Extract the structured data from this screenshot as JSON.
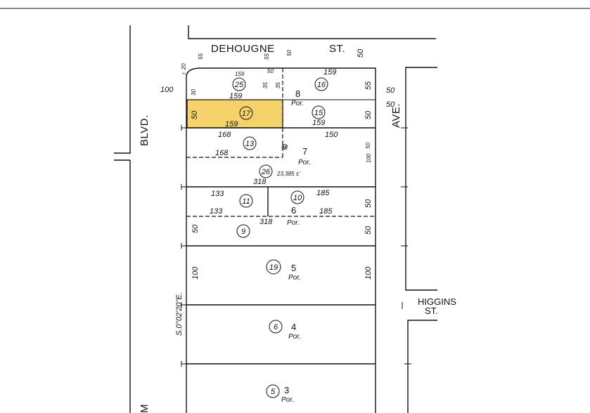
{
  "streets": {
    "top_name": "DEHOUGNE",
    "top_suffix": "ST.",
    "left": "BLVD.",
    "right": "AVE.",
    "higgins_name": "HIGGINS",
    "higgins_suffix": "ST.",
    "left_bottom": "M"
  },
  "bearing": "S.0°02'20\"E.",
  "lots": [
    {
      "id": "8",
      "por": "Por."
    },
    {
      "id": "7",
      "por": "Por."
    },
    {
      "id": "6",
      "por": "Por."
    },
    {
      "id": "5",
      "por": "Por."
    },
    {
      "id": "4",
      "por": "Por."
    },
    {
      "id": "3",
      "por": "Por."
    }
  ],
  "parcels": [
    "25",
    "16",
    "17",
    "15",
    "13",
    "26",
    "11",
    "10",
    "9",
    "19",
    "6",
    "5"
  ],
  "highlight": {
    "parcel": "17",
    "color": "#f5d36a"
  },
  "area_note": "23,385 ±'",
  "dimensions": {
    "d1": "55",
    "d2": "50",
    "d3": "55",
    "d4": "50",
    "d5": "100",
    "d6": "159",
    "d7": "159",
    "d8": "159",
    "d9": "159",
    "d10": "55",
    "d11": "50",
    "d12": "35",
    "d13": "50",
    "d14": "50",
    "d15": "50",
    "d16": "159",
    "d17": "168",
    "d18": "150",
    "d19": "168",
    "d20": "50",
    "d21": "100",
    "d22": "318",
    "d23": "133",
    "d24": "185",
    "d25": "133",
    "d26": "185",
    "d27": "50",
    "d28": "318",
    "d29": "50",
    "d30": "50",
    "d31": "100",
    "d32": "100",
    "d33": "30",
    "d34": "50",
    "d35": "50",
    "d36": "50",
    "d37": "35",
    "d38": "r. 20"
  }
}
